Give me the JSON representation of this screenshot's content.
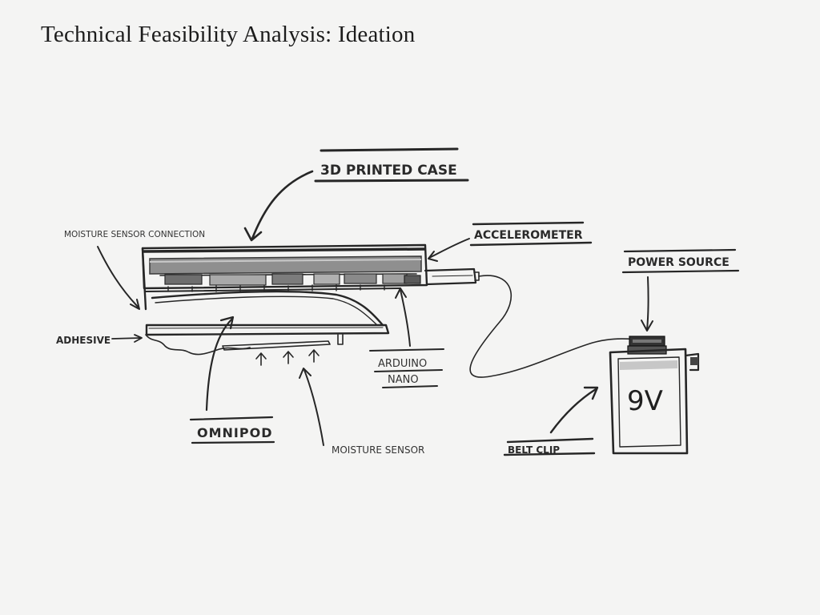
{
  "slide": {
    "title": "Technical Feasibility Analysis: Ideation"
  },
  "diagram": {
    "labels": {
      "case": "3D PRINTED CASE",
      "moisture_connection": "MOISTURE SENSOR CONNECTION",
      "accelerometer": "ACCELEROMETER",
      "power_source": "POWER SOURCE",
      "adhesive": "ADHESIVE",
      "arduino_line1": "ARDUINO",
      "arduino_line2": "NANO",
      "omnipod": "OMNIPOD",
      "moisture_sensor": "MOISTURE SENSOR",
      "belt_clip": "BELT CLIP",
      "battery": "9V"
    }
  }
}
